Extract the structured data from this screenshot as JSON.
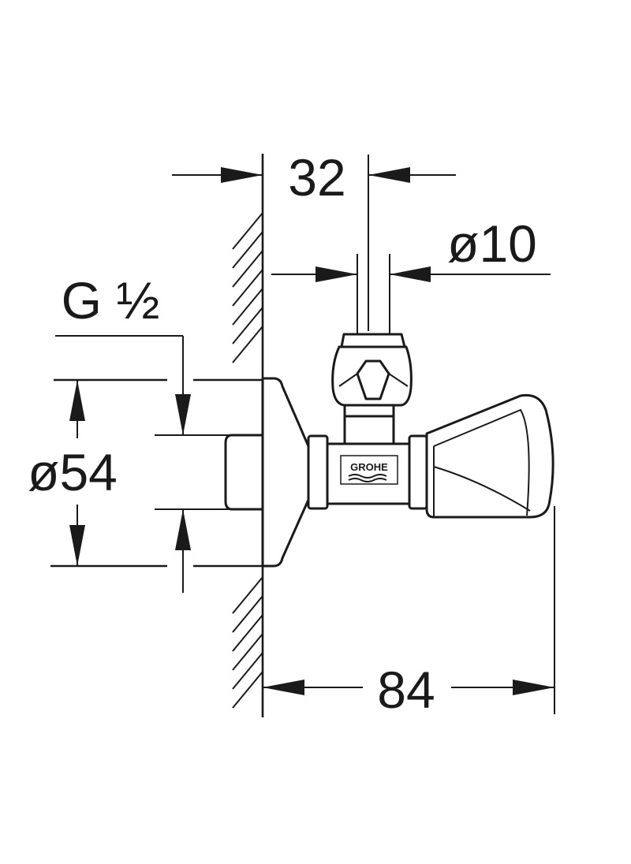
{
  "dimensions": {
    "wall_offset": "32",
    "pipe_diameter": "ø10",
    "thread": "G ½",
    "rosette_diameter": "ø54",
    "projection": "84"
  },
  "logo": {
    "text": "GROHE"
  },
  "colors": {
    "line": "#1a1a1a",
    "background": "#ffffff"
  }
}
